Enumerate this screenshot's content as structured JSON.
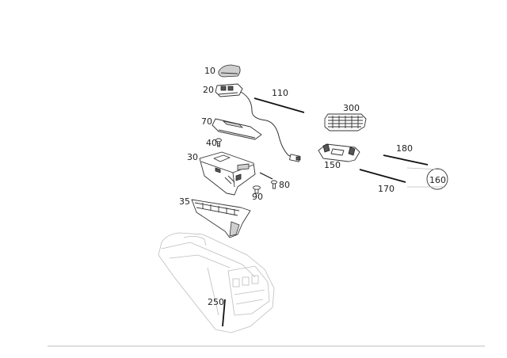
{
  "diagram": {
    "callouts": {
      "c10": "10",
      "c20": "20",
      "c110": "110",
      "c300": "300",
      "c70": "70",
      "c40": "40",
      "c30": "30",
      "c80": "80",
      "c90": "90",
      "c35": "35",
      "c150": "150",
      "c180": "180",
      "c170": "170",
      "c160": "160",
      "c250": "250"
    },
    "colors": {
      "line": "#333333",
      "faint": "#bdbdbd",
      "leader": "#111111"
    }
  }
}
